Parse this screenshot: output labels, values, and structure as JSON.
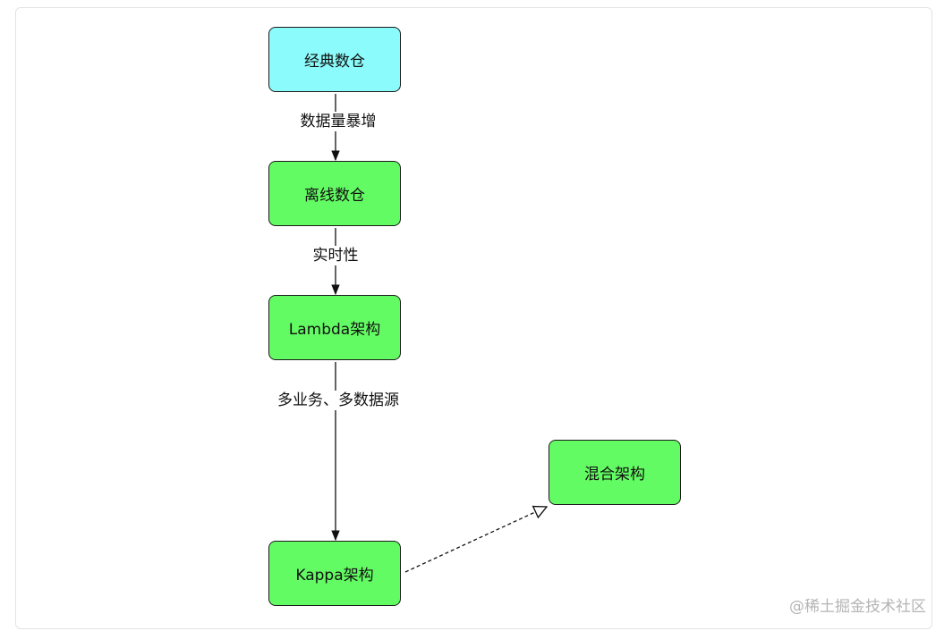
{
  "nodes": {
    "classic": {
      "label": "经典数仓",
      "color": "#8cfbfb"
    },
    "offline": {
      "label": "离线数仓",
      "color": "#63fb63"
    },
    "lambda": {
      "label": "Lambda架构",
      "color": "#63fb63"
    },
    "kappa": {
      "label": "Kappa架构",
      "color": "#63fb63"
    },
    "hybrid": {
      "label": "混合架构",
      "color": "#63fb63"
    }
  },
  "edges": {
    "classic_to_offline": "数据量暴增",
    "offline_to_lambda": "实时性",
    "lambda_to_kappa": "多业务、多数据源"
  },
  "watermark": "@稀土掘金技术社区"
}
